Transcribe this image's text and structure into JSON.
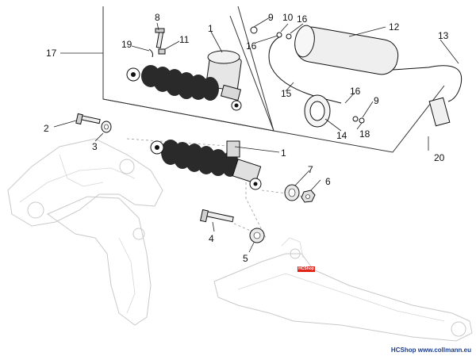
{
  "callouts": {
    "c1_top": "1",
    "c1_mid": "1",
    "c2": "2",
    "c3": "3",
    "c4": "4",
    "c5": "5",
    "c6": "6",
    "c7": "7",
    "c8": "8",
    "c9_top": "9",
    "c9_right": "9",
    "c10": "10",
    "c11": "11",
    "c12": "12",
    "c13": "13",
    "c14": "14",
    "c15": "15",
    "c16_top": "16",
    "c16_left": "16",
    "c16_right": "16",
    "c17": "17",
    "c18": "18",
    "c19": "19",
    "c20": "20"
  },
  "badge": {
    "text": "HCShop"
  },
  "footer": {
    "brand": "HCShop",
    "url": "www.collmann.eu"
  }
}
